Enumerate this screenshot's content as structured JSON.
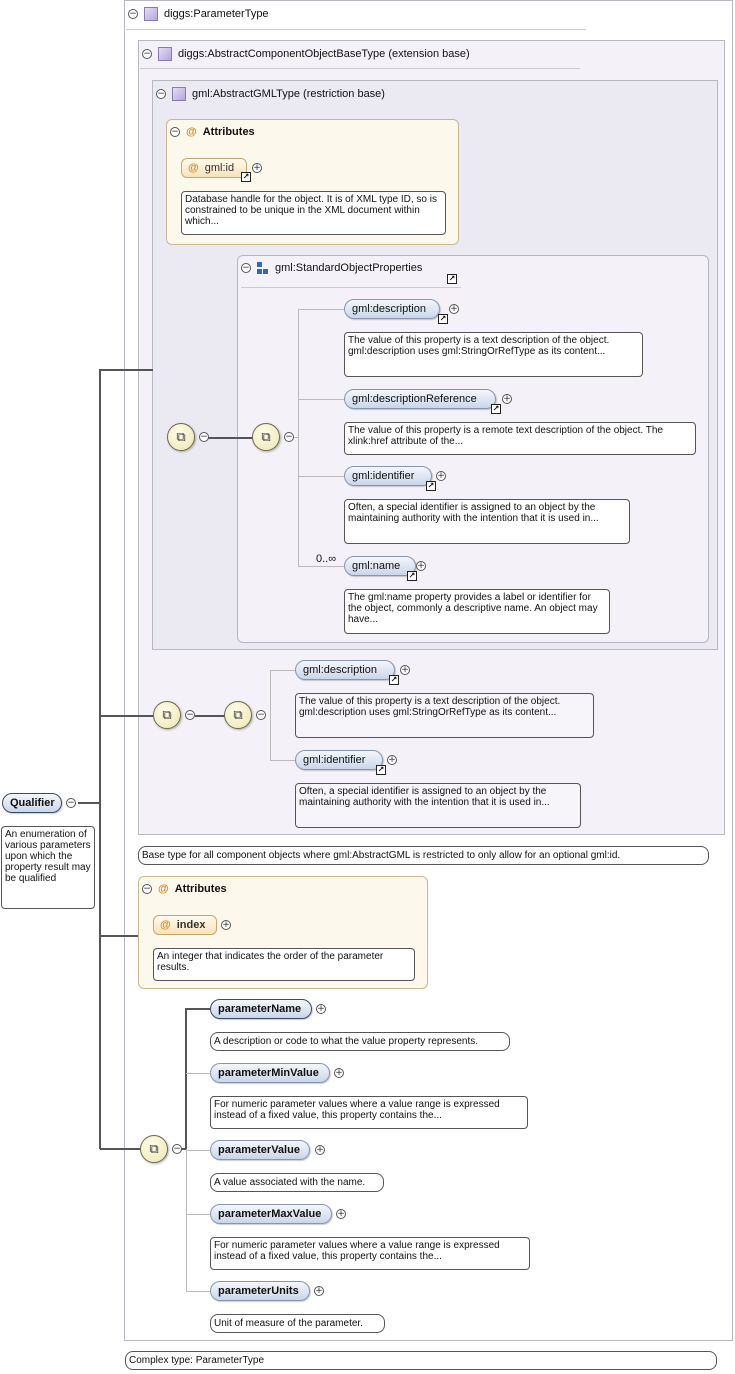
{
  "root": {
    "name": "Qualifier",
    "doc": "An enumeration of various parameters upon which the property result may be qualified"
  },
  "parameter_type": {
    "title": "diggs:ParameterType",
    "footer": "Complex type: ParameterType"
  },
  "component_base": {
    "title": "diggs:AbstractComponentObjectBaseType (extension base)",
    "doc": "Base type for all component objects where gml:AbstractGML is restricted to only allow for an optional gml:id."
  },
  "gml_type": {
    "title": "gml:AbstractGMLType (restriction base)",
    "attributes_title": "Attributes",
    "id_attr": "gml:id",
    "id_doc": "Database handle for the object. It is of XML type ID, so is constrained to be unique in the XML document within which...",
    "group_title": "gml:StandardObjectProperties",
    "multiplicity": "0..∞",
    "elements": [
      {
        "name": "gml:description",
        "doc": "The value of this property is a text description of the object. gml:description uses gml:StringOrRefType as its content..."
      },
      {
        "name": "gml:descriptionReference",
        "doc": "The value of this property is a remote text description of the object. The xlink:href attribute of the..."
      },
      {
        "name": "gml:identifier",
        "doc": "Often, a special identifier is assigned to an object by the maintaining authority with the intention that it is used in..."
      },
      {
        "name": "gml:name",
        "doc": "The gml:name property provides a label or identifier for the object, commonly a descriptive name. An object may have..."
      }
    ]
  },
  "component_elements": [
    {
      "name": "gml:description",
      "doc": "The value of this property is a text description of the object. gml:description uses gml:StringOrRefType as its content..."
    },
    {
      "name": "gml:identifier",
      "doc": "Often, a special identifier is assigned to an object by the maintaining authority with the intention that it is used in..."
    }
  ],
  "param_attributes": {
    "title": "Attributes",
    "index_attr": "index",
    "index_doc": "An integer that indicates the order of the parameter results."
  },
  "param_elements": [
    {
      "name": "parameterName",
      "doc": "A description or code to what the value property represents."
    },
    {
      "name": "parameterMinValue",
      "doc": "For numeric parameter values where a value range is expressed instead of a fixed value, this property contains the..."
    },
    {
      "name": "parameterValue",
      "doc": "A value associated with the name."
    },
    {
      "name": "parameterMaxValue",
      "doc": "For numeric parameter values where a value range is expressed instead of a fixed value, this property contains the..."
    },
    {
      "name": "parameterUnits",
      "doc": "Unit of measure of the parameter."
    }
  ],
  "icons": {
    "collapse": "minus-circle-icon",
    "expand": "plus-circle-icon",
    "link": "link-arrow-icon",
    "sequence": "sequence-compositor-icon",
    "type": "complex-type-icon",
    "group": "group-icon",
    "attribute": "at-sign-icon"
  },
  "colors": {
    "element_fill": "#c9d6ea",
    "attribute_fill": "#f8e3b8",
    "type_fill": "#b5a6da",
    "frame_fill": "#f4f2f8"
  }
}
